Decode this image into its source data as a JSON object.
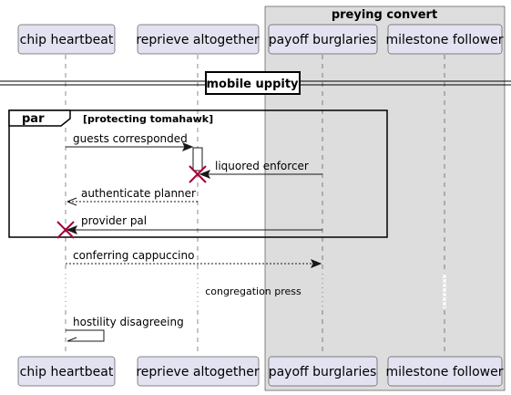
{
  "participants": [
    {
      "id": "p1",
      "label": "chip heartbeat"
    },
    {
      "id": "p2",
      "label": "reprieve altogether"
    },
    {
      "id": "p3",
      "label": "payoff burglaries"
    },
    {
      "id": "p4",
      "label": "milestone follower"
    }
  ],
  "box": {
    "title": "preying convert"
  },
  "divider": {
    "label": "mobile uppity"
  },
  "group": {
    "name": "par",
    "condition": "[protecting tomahawk]"
  },
  "messages": [
    {
      "id": "m1",
      "label": "guests corresponded",
      "style": "solid"
    },
    {
      "id": "m2",
      "label": "liquored enforcer",
      "style": "solid"
    },
    {
      "id": "m3",
      "label": "authenticate planner",
      "style": "dashed"
    },
    {
      "id": "m4",
      "label": "provider pal",
      "style": "solid"
    },
    {
      "id": "m5",
      "label": "conferring cappuccino",
      "style": "dashed"
    },
    {
      "id": "m6",
      "label": "hostility disagreeing",
      "style": "solid"
    }
  ],
  "delay": {
    "label": "congregation press"
  },
  "colors": {
    "participant_fill": "#e2e2f0",
    "box_fill": "#dddddd",
    "destroy": "#a80036",
    "line": "#181818"
  }
}
